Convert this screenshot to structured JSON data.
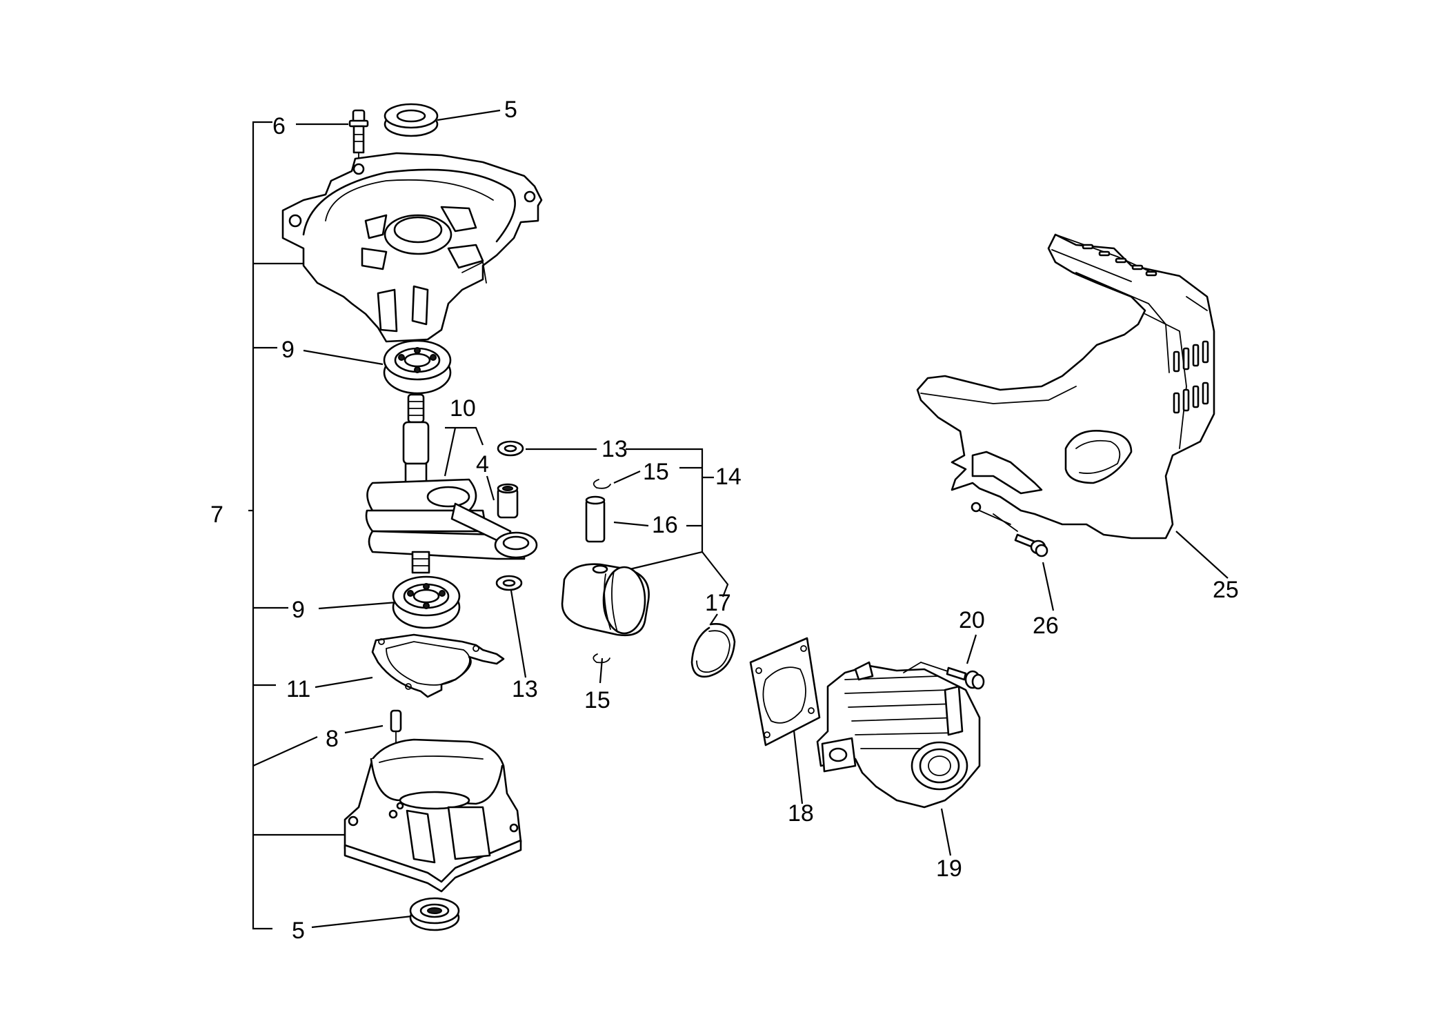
{
  "diagram": {
    "callouts": [
      "6",
      "5",
      "9",
      "10",
      "4",
      "13",
      "15",
      "14",
      "16",
      "7",
      "9",
      "17",
      "13",
      "15",
      "11",
      "8",
      "5",
      "20",
      "25",
      "26",
      "18",
      "19"
    ],
    "parts": [
      "flange-bolt",
      "oil-seal",
      "crankcase-half",
      "ball-bearing",
      "crankshaft",
      "needle-bearing",
      "washer",
      "circlip",
      "piston-pin",
      "piston",
      "piston-ring",
      "gasket",
      "dowel-pin",
      "crankcase-lower-half",
      "cylinder-gasket",
      "cylinder",
      "cylinder-bolt",
      "cylinder-cover",
      "cover-bolt"
    ]
  }
}
